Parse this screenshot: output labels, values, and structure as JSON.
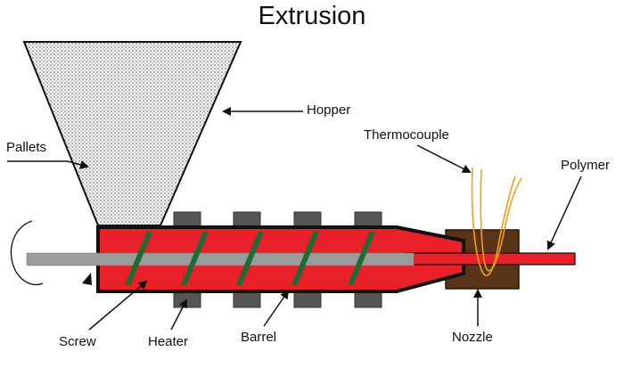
{
  "title": "Extrusion",
  "labels": {
    "hopper": "Hopper",
    "pallets": "Pallets",
    "thermocouple": "Thermocouple",
    "polymer": "Polymer",
    "screw": "Screw",
    "heater": "Heater",
    "barrel": "Barrel",
    "nozzle": "Nozzle"
  },
  "colors": {
    "barrel_red": "#e8202a",
    "barrel_outline": "#111111",
    "screw_shaft": "#9b9b9b",
    "screw_flight": "#1e6b34",
    "heater_block": "#555555",
    "nozzle_brown": "#5a3418",
    "polymer_red": "#e8202a",
    "thermocouple_wire": "#f0a020",
    "hopper_fill": "#d8d8d8"
  }
}
